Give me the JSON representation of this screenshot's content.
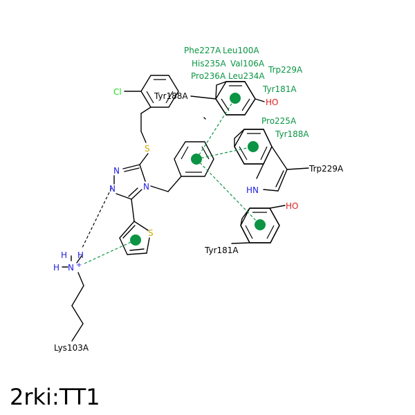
{
  "title": "2rki:TT1",
  "colors": {
    "pi_interaction": "#0b9444",
    "h_bond": "#000000",
    "nitrogen": "#2020e0",
    "oxygen": "#e01b1b",
    "sulfur": "#c9a800",
    "chlorine": "#1fe01f"
  },
  "atoms": {
    "cl": "Cl",
    "s_thioether": "S",
    "n_triazole_1": "N",
    "n_triazole_2": "N",
    "n_triazole_3": "N",
    "s_thiophene": "S",
    "hn_indole": "HN",
    "oh_top": "HO",
    "oh_bottom": "HO",
    "lys_h1": "H",
    "lys_h2": "H",
    "lys_h3": "H",
    "lys_n": "N",
    "lys_charge": "+"
  },
  "residues": {
    "tyr188_top": "Tyr188A",
    "trp229_right": "Trp229A",
    "tyr181_bottom": "Tyr181A",
    "lys103": "Lys103A"
  },
  "contacts": {
    "phe227": "Phe227A",
    "leu100": "Leu100A",
    "his235": "His235A",
    "val106": "Val106A",
    "pro236": "Pro236A",
    "leu234": "Leu234A",
    "trp229": "Trp229A",
    "tyr181": "Tyr181A",
    "pro225": "Pro225A",
    "tyr188": "Tyr188A"
  }
}
